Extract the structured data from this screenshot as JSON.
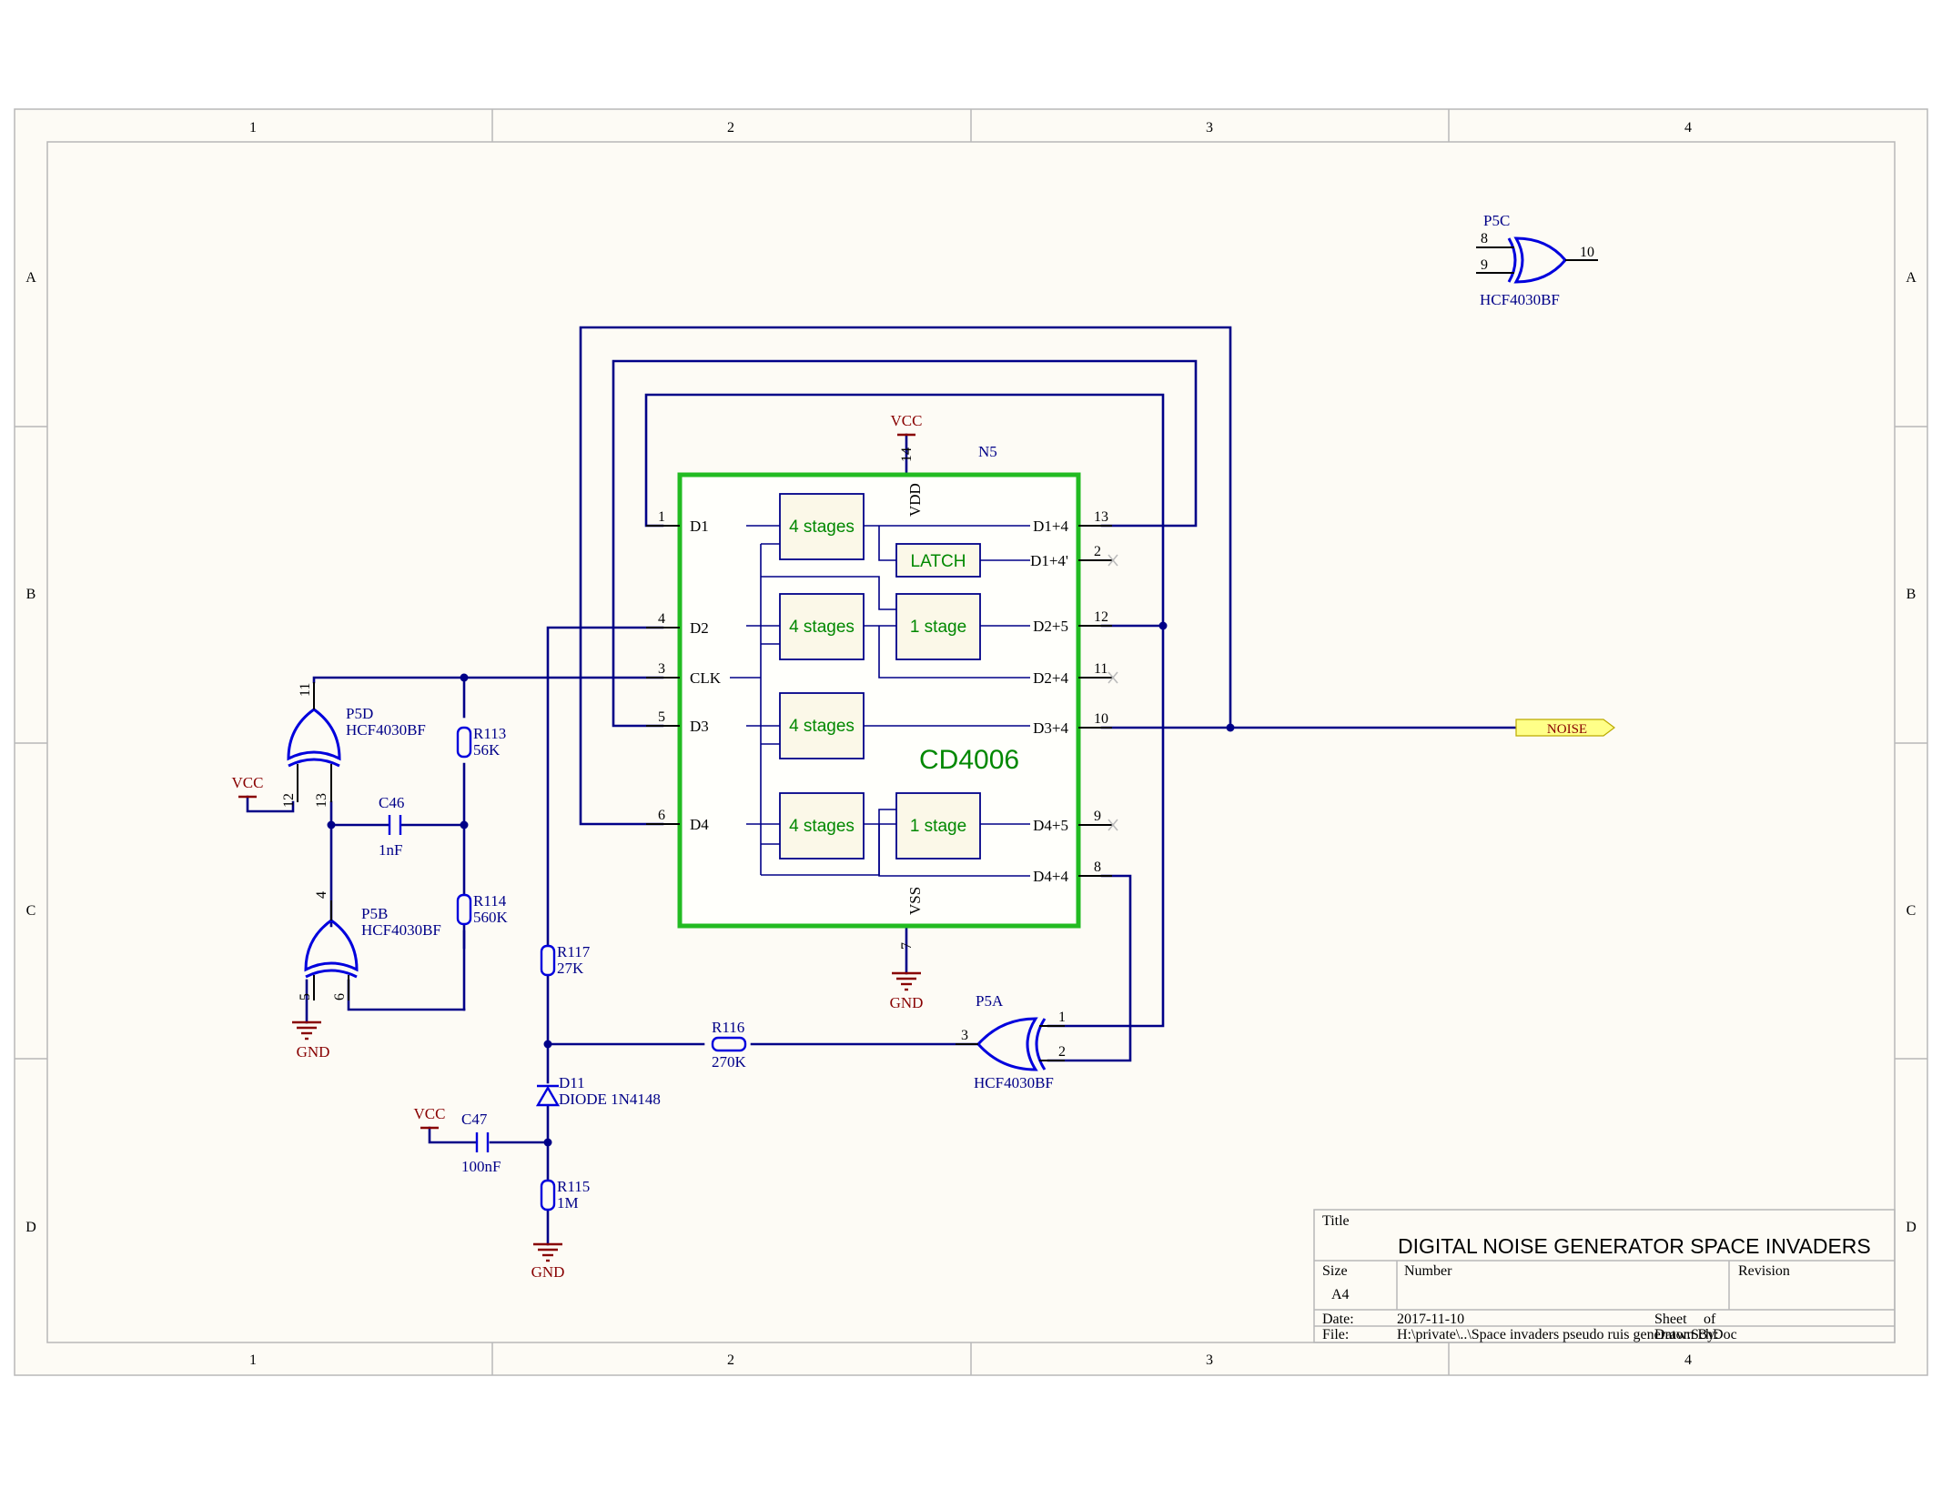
{
  "sheet": {
    "col_labels": [
      "1",
      "2",
      "3",
      "4"
    ],
    "row_labels": [
      "A",
      "B",
      "C",
      "D"
    ]
  },
  "title_block": {
    "title_caption": "Title",
    "title": "DIGITAL NOISE GENERATOR SPACE INVADERS",
    "size_caption": "Size",
    "size": "A4",
    "number_caption": "Number",
    "revision_caption": "Revision",
    "date_caption": "Date:",
    "date": "2017-11-10",
    "sheet_caption": "Sheet",
    "of_caption": "of",
    "file_caption": "File:",
    "file": "H:\\private\\..\\Space invaders pseudo ruis generator.SchDoc",
    "drawn_by_caption": "Drawn By:"
  },
  "ic": {
    "designator": "N5",
    "part": "CD4006",
    "vdd_label": "VDD",
    "vss_label": "VSS",
    "vdd_pin": "14",
    "vss_pin": "7",
    "blocks": {
      "stage4": "4 stages",
      "stage1": "1 stage",
      "latch": "LATCH"
    },
    "left_pins": [
      {
        "num": "1",
        "name": "D1"
      },
      {
        "num": "4",
        "name": "D2"
      },
      {
        "num": "3",
        "name": "CLK"
      },
      {
        "num": "5",
        "name": "D3"
      },
      {
        "num": "6",
        "name": "D4"
      }
    ],
    "right_pins": [
      {
        "num": "13",
        "name": "D1+4"
      },
      {
        "num": "2",
        "name": "D1+4'"
      },
      {
        "num": "12",
        "name": "D2+5"
      },
      {
        "num": "11",
        "name": "D2+4"
      },
      {
        "num": "10",
        "name": "D3+4"
      },
      {
        "num": "9",
        "name": "D4+5"
      },
      {
        "num": "8",
        "name": "D4+4"
      }
    ]
  },
  "gates": {
    "p5c": {
      "designator": "P5C",
      "part": "HCF4030BF",
      "in1": "8",
      "in2": "9",
      "out": "10"
    },
    "p5d": {
      "designator": "P5D",
      "part": "HCF4030BF",
      "in1": "12",
      "in2": "13",
      "out": "11"
    },
    "p5b": {
      "designator": "P5B",
      "part": "HCF4030BF",
      "in1": "5",
      "in2": "6",
      "out": "4"
    },
    "p5a": {
      "designator": "P5A",
      "part": "HCF4030BF",
      "in1": "1",
      "in2": "2",
      "out": "3"
    }
  },
  "components": {
    "r113": {
      "designator": "R113",
      "value": "56K"
    },
    "r114": {
      "designator": "R114",
      "value": "560K"
    },
    "r117": {
      "designator": "R117",
      "value": "27K"
    },
    "r115": {
      "designator": "R115",
      "value": "1M"
    },
    "r116": {
      "designator": "R116",
      "value": "270K"
    },
    "c46": {
      "designator": "C46",
      "value": "1nF"
    },
    "c47": {
      "designator": "C47",
      "value": "100nF"
    },
    "d11": {
      "designator": "D11",
      "value": "DIODE 1N4148"
    }
  },
  "power": {
    "vcc": "VCC",
    "gnd": "GND"
  },
  "net_port": {
    "name": "NOISE"
  },
  "colors": {
    "wire": "#000088",
    "symbol": "#0000dd",
    "ic_outline": "#22bb22",
    "block_text": "#008800",
    "power": "#880000",
    "port_fill": "#ffff88"
  }
}
